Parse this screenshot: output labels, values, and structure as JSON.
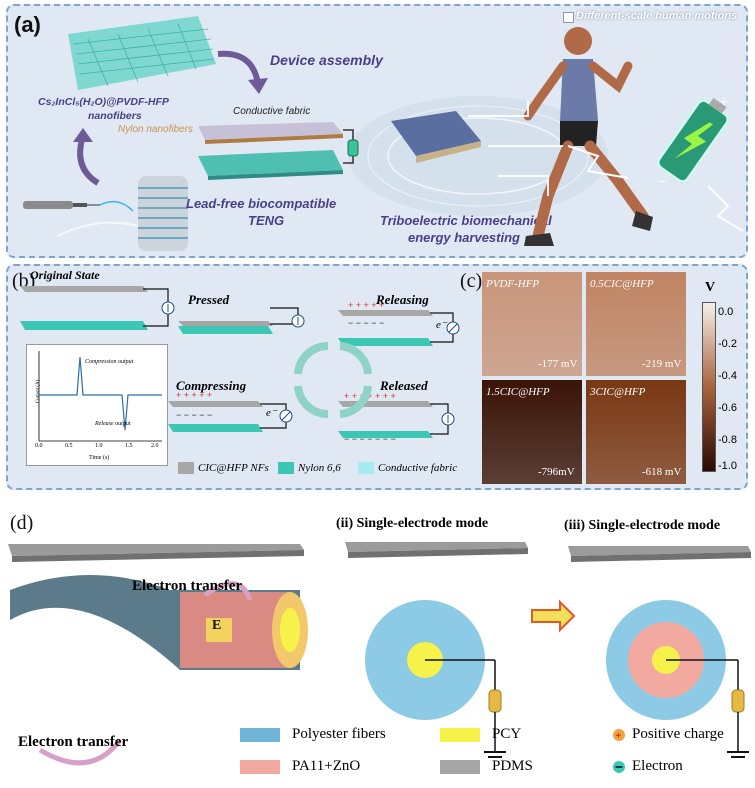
{
  "panel_a": {
    "label": "(a)",
    "legend": "Different-scale human motions",
    "nanofibers_line1": "Cs₂InCl₅(H₂O)@PVDF-HFP",
    "nanofibers_line2": "nanofibers",
    "device_assembly": "Device assembly",
    "conductive_fabric": "Conductive fabric",
    "nylon_nanofibers": "Nylon nanofibers",
    "teng_line1": "Lead-free biocompatible",
    "teng_line2": "TENG",
    "harvest_line1": "Triboelectric biomechanical",
    "harvest_line2": "energy harvesting"
  },
  "panel_b": {
    "label": "(b)",
    "states": [
      "Original State",
      "Pressed",
      "Releasing",
      "Compressing",
      "Released"
    ],
    "electron_symbol": "e⁻",
    "inset": {
      "compression_label": "Compression output",
      "release_label": "Release output",
      "xlabel": "Time (s)",
      "ylabel": "Current (A)",
      "xticks": [
        "0.0",
        "0.5",
        "1.0",
        "1.5",
        "2.0"
      ]
    },
    "legend": [
      "CIC@HFP NFs",
      "Nylon 6,6",
      "Conductive fabric"
    ]
  },
  "panel_c": {
    "label": "(c)",
    "tiles": [
      {
        "name": "PVDF-HFP",
        "value": "-177 mV",
        "color": "#c9957a"
      },
      {
        "name": "0.5CIC@HFP",
        "value": "-219 mV",
        "color": "#c08463"
      },
      {
        "name": "1.5CIC@HFP",
        "value": "-796mV",
        "color": "#3a1406"
      },
      {
        "name": "3CIC@HFP",
        "value": "-618 mV",
        "color": "#7a3814"
      }
    ],
    "colorbar": {
      "unit": "V",
      "ticks": [
        "0.0",
        "-0.2",
        "-0.4",
        "-0.6",
        "-0.8",
        "-1.0"
      ]
    }
  },
  "panel_d": {
    "label": "(d)",
    "electron_transfer": "Electron transfer",
    "field_label": "E",
    "mode_ii": "(ii)  Single-electrode mode",
    "mode_iii": "(iii)  Single-electrode mode",
    "legend": [
      {
        "label": "Polyester fibers",
        "color": "#6fb3d6"
      },
      {
        "label": "PA11+ZnO",
        "color": "#f2aaa0"
      },
      {
        "label": "PCY",
        "color": "#f6f24a"
      },
      {
        "label": "PDMS",
        "color": "#a6a6a6"
      },
      {
        "label": "Positive charge",
        "icon": "positive-charge-icon"
      },
      {
        "label": "Electron",
        "icon": "electron-icon"
      }
    ]
  }
}
